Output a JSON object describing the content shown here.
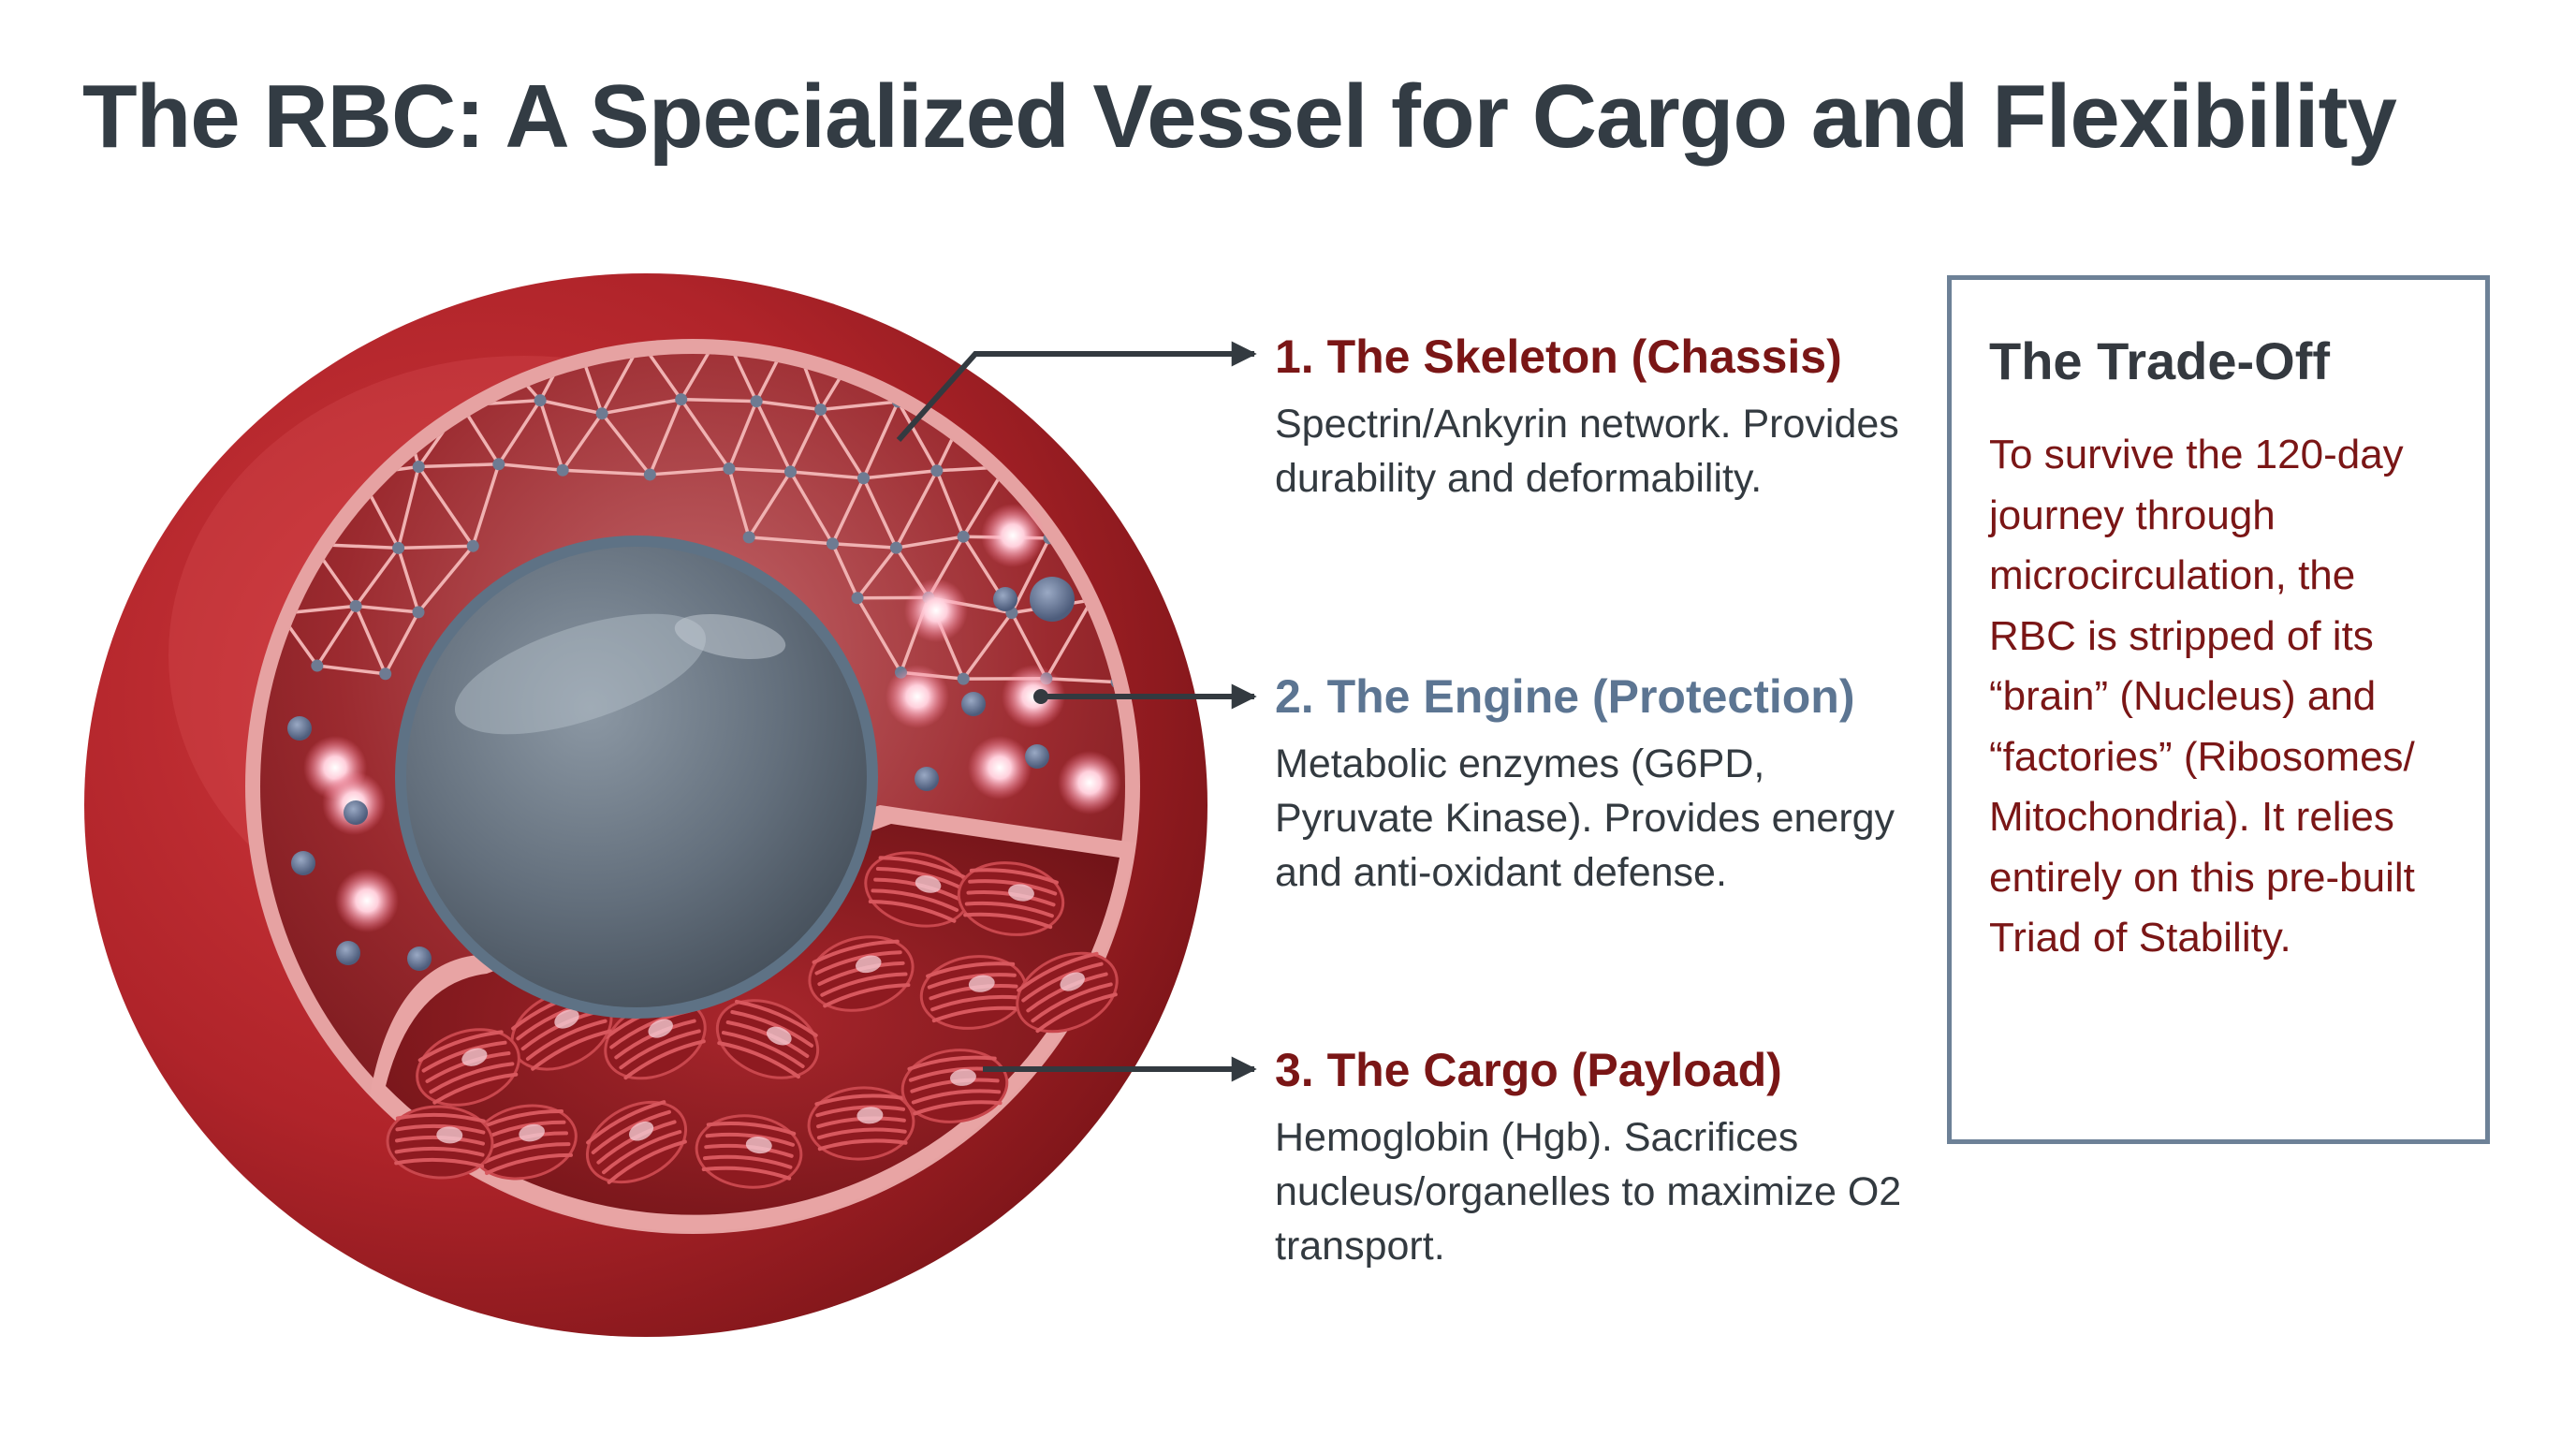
{
  "title": "The RBC: A Specialized Vessel for Cargo and Flexibility",
  "callouts": [
    {
      "heading": "1. The Skeleton (Chassis)",
      "body": "Spectrin/Ankyrin network. Provides durability and deformability."
    },
    {
      "heading": "2. The Engine (Protection)",
      "body": "Metabolic enzymes (G6PD, Pyruvate Kinase). Provides energy and anti-oxidant defense."
    },
    {
      "heading": "3. The Cargo (Payload)",
      "body": "Hemoglobin (Hgb). Sacrifices nucleus/organelles to maximize O2 transport."
    }
  ],
  "tradeoff": {
    "heading": "The Trade-Off",
    "body": "To survive the 120-day journey through microcirculation, the RBC is stripped of its “brain” (Nucleus) and “factories” (Ribosomes/ Mitochondria). It relies entirely on this pre-built Triad of Stability."
  },
  "colors": {
    "cell_outer": "#b0242a",
    "cell_dark": "#7a1418",
    "membrane_pink": "#e9a0a0",
    "nucleus": "#6b7784",
    "heading_red": "#7a1616",
    "heading_slate": "#5c7592",
    "box_border": "#6d8197",
    "arrow": "#333a40"
  }
}
